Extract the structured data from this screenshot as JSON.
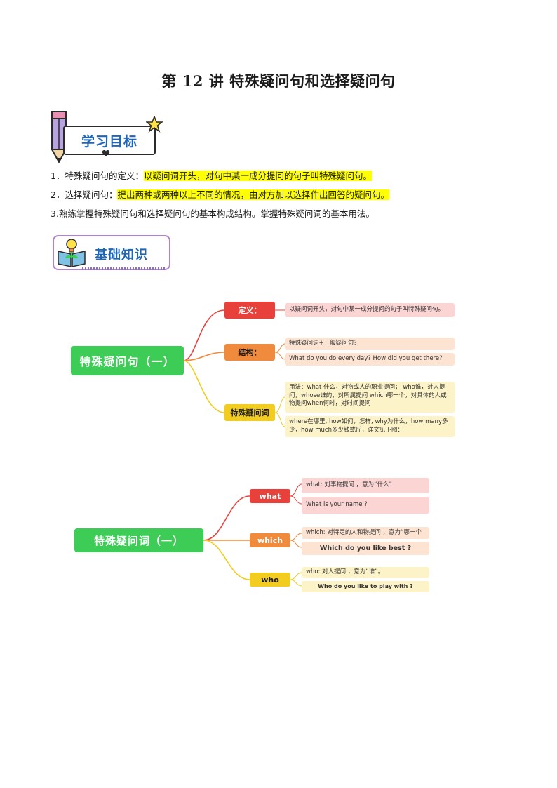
{
  "title": "第 12 讲 特殊疑问句和选择疑问句",
  "objectives": {
    "banner": "学习目标",
    "items": [
      {
        "prefix": "1．特殊疑问句的定义：",
        "highlight": "以疑问词开头，对句中某一成分提问的句子叫特殊疑问句。",
        "suffix": ""
      },
      {
        "prefix": "2．选择疑问句：",
        "highlight": "提出两种或两种以上不同的情况，由对方加以选择作出回答的疑问句。",
        "suffix": ""
      },
      {
        "prefix": "3.熟练掌握特殊疑问句和选择疑问句的基本构成结构。掌握特殊疑问词的基本用法。",
        "highlight": "",
        "suffix": ""
      }
    ]
  },
  "basics": {
    "banner": "基础知识"
  },
  "map1": {
    "root": "特殊疑问句（一）",
    "branches": [
      {
        "label": "定义：",
        "color": "#e8413c",
        "leaves": [
          "以疑问词开头，对句中某一成分提问的句子叫特殊疑问句。"
        ]
      },
      {
        "label": "结构：",
        "color": "#f08a3c",
        "leaves": [
          "特殊疑问词+一般疑问句？",
          "What  do you do every day?   How did you get there?"
        ]
      },
      {
        "label": "特殊疑问词",
        "color": "#f2cc1f",
        "leaves": [
          "用法：what 什么，对物或人的职业提问； who谁，对人提问，whose谁的，对所属提问     which哪一个，对具体的人或物提问when何时，对时间提问",
          " where在哪里, how如何，怎样, why为什么，how many多少，how much多少钱或斤，详文见下图："
        ]
      }
    ]
  },
  "map2": {
    "root": "特殊疑问词（一）",
    "branches": [
      {
        "label": "what",
        "color": "#e8413c",
        "leaves": [
          "what: 对事物提问 ，意为“什么”",
          "What is your name ?"
        ]
      },
      {
        "label": "which",
        "color": "#f08a3c",
        "leaves": [
          "which: 对特定的人和物提问 ，意为“哪一个",
          "Which do you like best ?"
        ]
      },
      {
        "label": "who",
        "color": "#f2cc1f",
        "leaves": [
          "who: 对人提问 ，意为“谁”。",
          "Who do you like to play with  ?"
        ]
      }
    ]
  }
}
